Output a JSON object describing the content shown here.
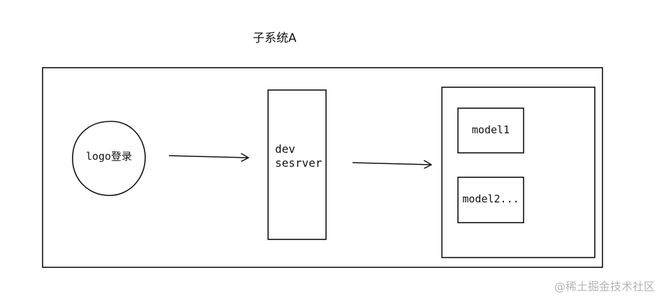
{
  "title": "子系统A",
  "nodes": {
    "login": {
      "label": "logo登录"
    },
    "dev_server": {
      "label_line1": "dev",
      "label_line2": "sesrver"
    },
    "model1": {
      "label": "model1"
    },
    "model2": {
      "label": "model2..."
    }
  },
  "watermark": "@稀土掘金技术社区",
  "colors": {
    "stroke": "#111111",
    "watermark": "#b6b6b6"
  }
}
